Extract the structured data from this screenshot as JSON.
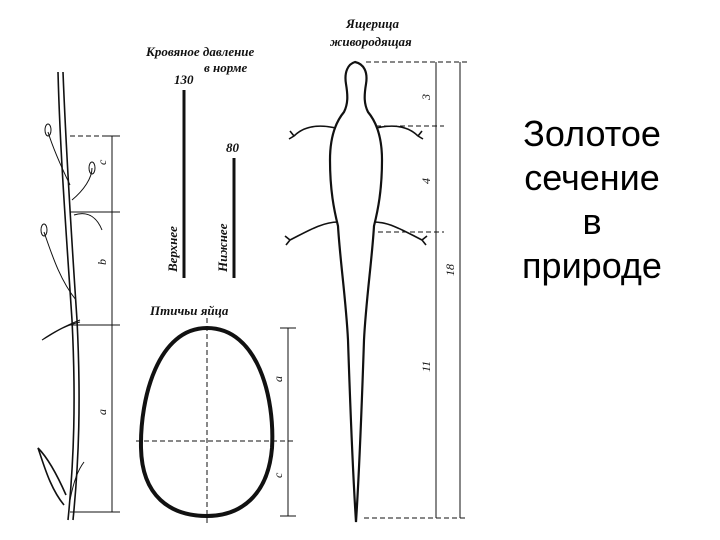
{
  "title_lines": [
    "Золотое",
    "сечение",
    "в",
    "природе"
  ],
  "pressure": {
    "heading_line1": "Кровяное давление",
    "heading_line2": "в норме",
    "upper_value": "130",
    "lower_value": "80",
    "upper_label": "Верхнее",
    "lower_label": "Нижнее"
  },
  "egg": {
    "heading": "Птичьи яйца",
    "seg_a": "a",
    "seg_c": "c"
  },
  "lizard": {
    "heading_line1": "Ящерица",
    "heading_line2": "живородящая",
    "seg1": "3",
    "seg2": "4",
    "seg3": "11",
    "total": "18"
  },
  "plant": {
    "seg_c": "c",
    "seg_b": "b",
    "seg_a": "a"
  }
}
